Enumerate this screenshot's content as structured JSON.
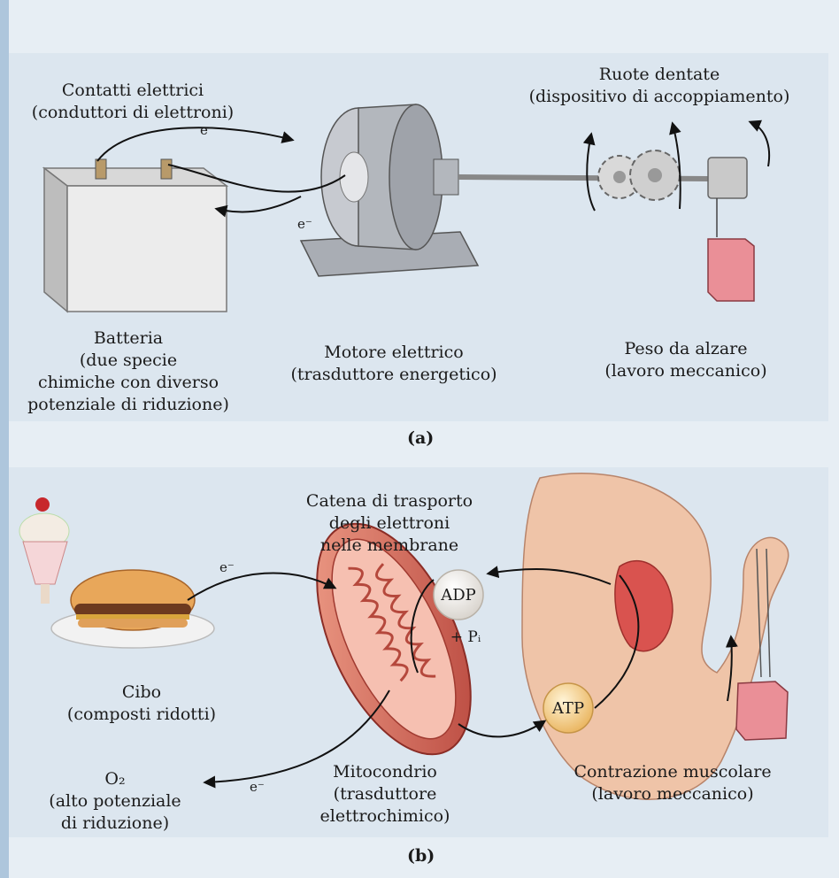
{
  "panel_a": {
    "tag": "(a)",
    "contacts_label": "Contatti elettrici\n(conduttori di elettroni)",
    "gears_label": "Ruote dentate\n(dispositivo di accoppiamento)",
    "battery_label": "Batteria\n(due specie\nchimiche con diverso\npotenziale di riduzione)",
    "motor_label": "Motore elettrico\n(trasduttore energetico)",
    "weight_label": "Peso da alzare\n(lavoro meccanico)",
    "electron_top": "e⁻",
    "electron_bottom": "e⁻"
  },
  "panel_b": {
    "tag": "(b)",
    "chain_label": "Catena di trasporto\ndegli elettroni\nnelle membrane",
    "adp_label": "ADP",
    "pi_label": "+ Pᵢ",
    "atp_label": "ATP",
    "food_label": "Cibo\n(composti ridotti)",
    "o2_label": "O₂\n(alto potenziale\ndi riduzione)",
    "mito_label": "Mitocondrio\n(trasduttore\nelettrochimico)",
    "muscle_label": "Contrazione muscolare\n(lavoro meccanico)",
    "electron_in": "e⁻",
    "electron_out": "e⁻"
  },
  "colors": {
    "background": "#e7eef4",
    "panel": "#dde7f0",
    "battery": "#e9e9e9",
    "motor": "#b9bcc2",
    "weight": "#e88a92",
    "mitochondrion": "#d9705e",
    "arm": "#efc7ad",
    "nucleotide": "#f4f0ea",
    "atp": "#f5d59a"
  }
}
